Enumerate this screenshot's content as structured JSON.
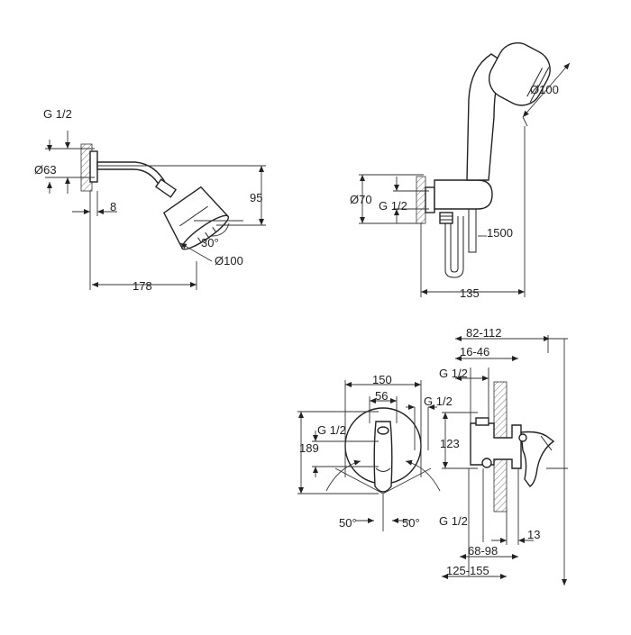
{
  "colors": {
    "line": "#222222",
    "background": "#ffffff"
  },
  "head_shower": {
    "thread": "G 1/2",
    "flange_diameter": "Ø63",
    "flange_depth": "8",
    "projection": "178",
    "drop": "95",
    "angle": "30°",
    "head_diameter": "Ø100"
  },
  "hand_shower": {
    "head_diameter": "Ø100",
    "outlet_diameter": "Ø70",
    "thread": "G 1/2",
    "hose_length": "1500",
    "depth": "135"
  },
  "mixer_front": {
    "width": "150",
    "handle_width": "56",
    "height": "189",
    "thread_right": "G 1/2",
    "thread_left": "G 1/2",
    "angle_left": "50°",
    "angle_right": "50°"
  },
  "mixer_side": {
    "depth_range": "82-112",
    "body_range": "16-46",
    "thread_top": "G 1/2",
    "height": "123",
    "thread_bottom": "G 1/2",
    "offset": "13",
    "install_range": "68-98",
    "total_range": "125-155"
  }
}
